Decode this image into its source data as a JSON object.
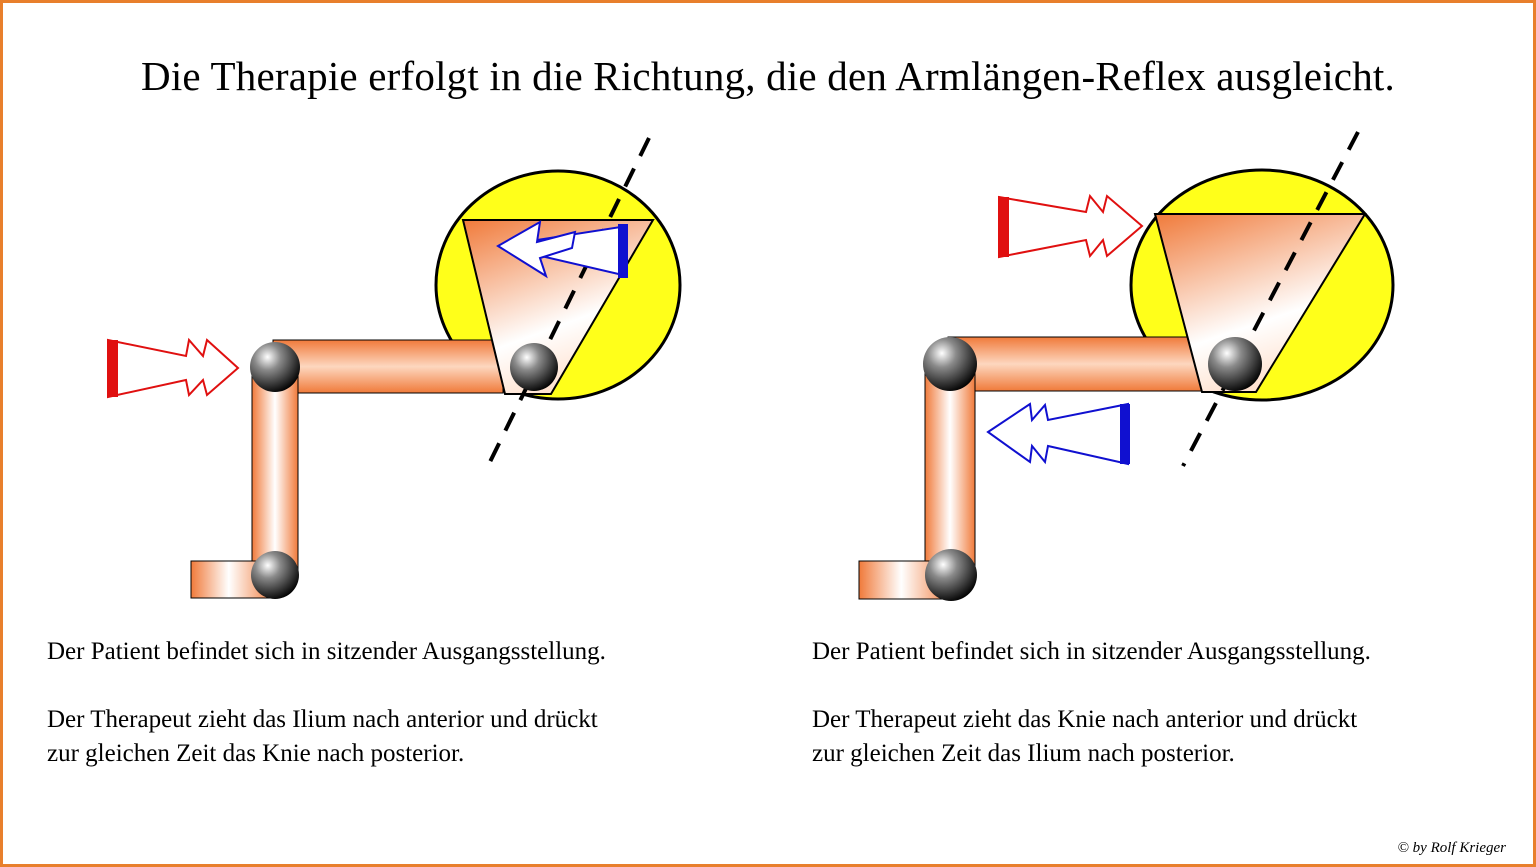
{
  "title": "Die Therapie erfolgt in die Richtung, die den Armlängen-Reflex ausgleicht.",
  "left_caption": {
    "line1": "Der  Patient  befindet  sich  in  sitzender  Ausgangsstellung.",
    "line2": "Der Therapeut  zieht  das  Ilium  nach  anterior und drückt",
    "line3": "zur gleichen Zeit das Knie nach posterior."
  },
  "right_caption": {
    "line1": "Der Patient  befindet sich in  sitzender Ausgangsstellung.",
    "line2": "Der  Therapeut  zieht das Knie nach anterior und drückt",
    "line3": "zur gleichen Zeit das Ilium  nach posterior."
  },
  "signature": "© by Rolf Krieger",
  "colors": {
    "frame": "#e87f2c",
    "limb": "#f08a4b",
    "pelvis_circle": "#ffff1a",
    "arrow_red": "#e01010",
    "arrow_blue": "#1010d0"
  }
}
